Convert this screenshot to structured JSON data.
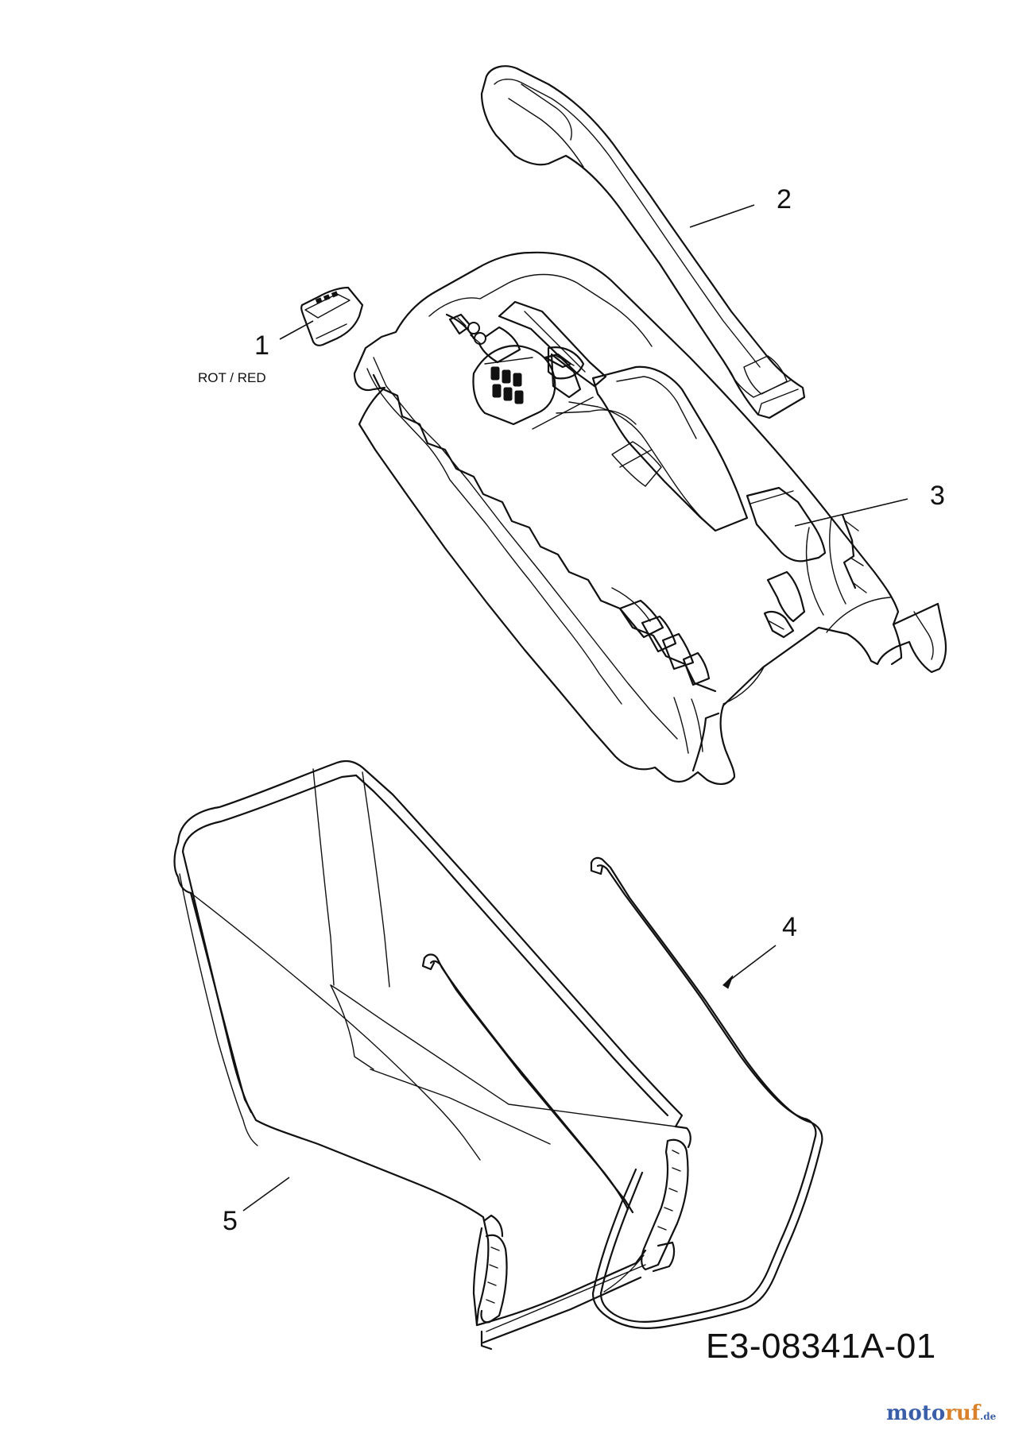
{
  "callouts": {
    "c1": "1",
    "c2": "2",
    "c3": "3",
    "c4": "4",
    "c5": "5"
  },
  "notes": {
    "color_note": "ROT / RED"
  },
  "drawing_number": "E3-08341A-01",
  "watermark": {
    "part1": "moto",
    "part2": "ruf",
    "tld": ".de"
  }
}
